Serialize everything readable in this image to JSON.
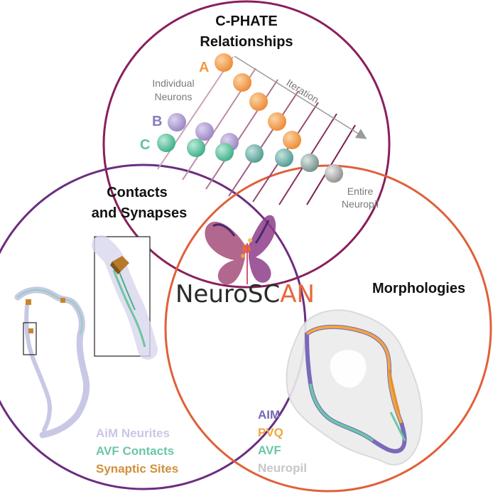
{
  "colors": {
    "top_circle": "#8a1f5c",
    "left_circle": "#6b2d7e",
    "right_circle": "#e0603a",
    "neuron_a": "#f29a45",
    "neuron_b": "#a793cc",
    "neuron_c": "#5cc4a0",
    "neuropil_gray": "#a5a5a5",
    "logo_accent": "#e8673b"
  },
  "top": {
    "title_line1": "C-PHATE",
    "title_line2": "Relationships",
    "label_a": "A",
    "label_b": "B",
    "label_c": "C",
    "individual_line1": "Individual",
    "individual_line2": "Neurons",
    "iteration": "Iteration",
    "entire_line1": "Entire",
    "entire_line2": "Neuropil"
  },
  "left": {
    "title_line1": "Contacts",
    "title_line2": "and Synapses",
    "legend": [
      "AiM Neurites",
      "AVF Contacts",
      "Synaptic Sites"
    ]
  },
  "center": {
    "logo_part1": "NeuroSC",
    "logo_part2": "AN",
    "logo_icon": "butterfly-point-cloud-icon"
  },
  "right": {
    "title": "Morphologies",
    "legend": [
      "AIM",
      "PVQ",
      "AVF",
      "Neuropil"
    ]
  }
}
